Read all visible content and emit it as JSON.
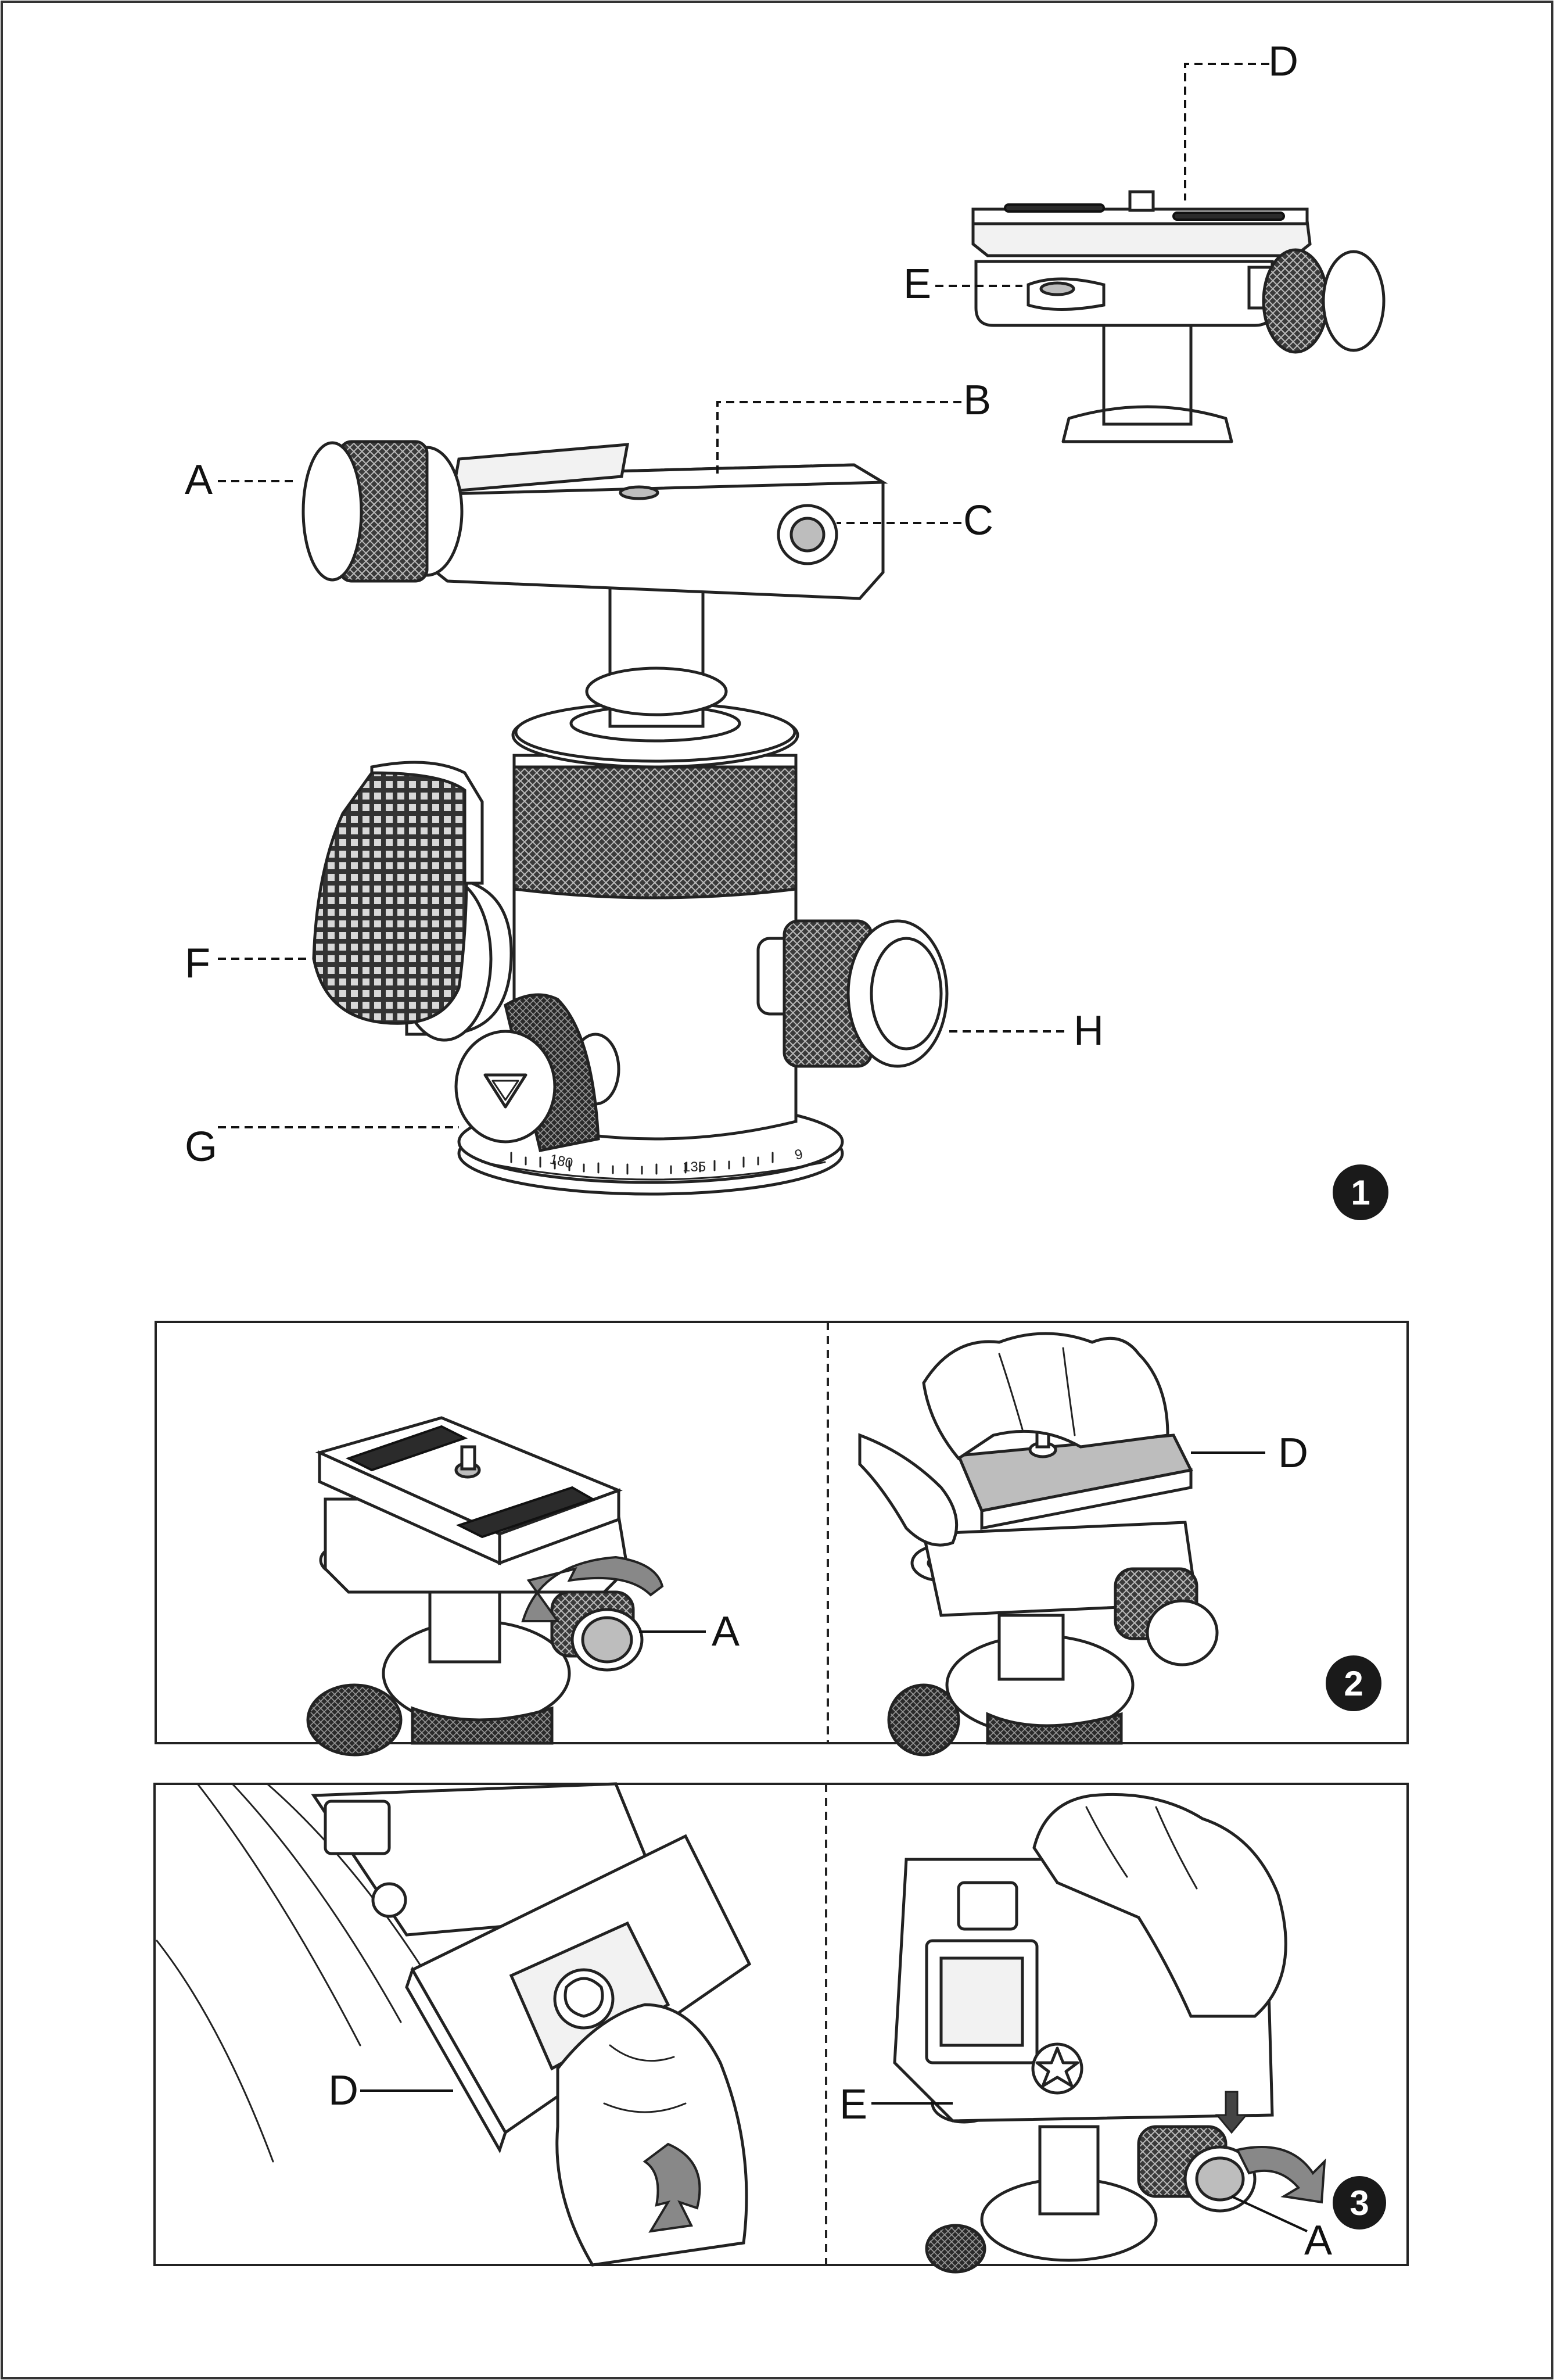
{
  "labels": {
    "A": "A",
    "B": "B",
    "C": "C",
    "D": "D",
    "E": "E",
    "F": "F",
    "G": "G",
    "H": "H"
  },
  "steps": {
    "step1": "1",
    "step2": "2",
    "step3": "3"
  },
  "scale_ticks": [
    "180",
    "135",
    "9"
  ],
  "colors": {
    "line": "#222222",
    "badge": "#1a1a1a",
    "background": "#ffffff"
  }
}
